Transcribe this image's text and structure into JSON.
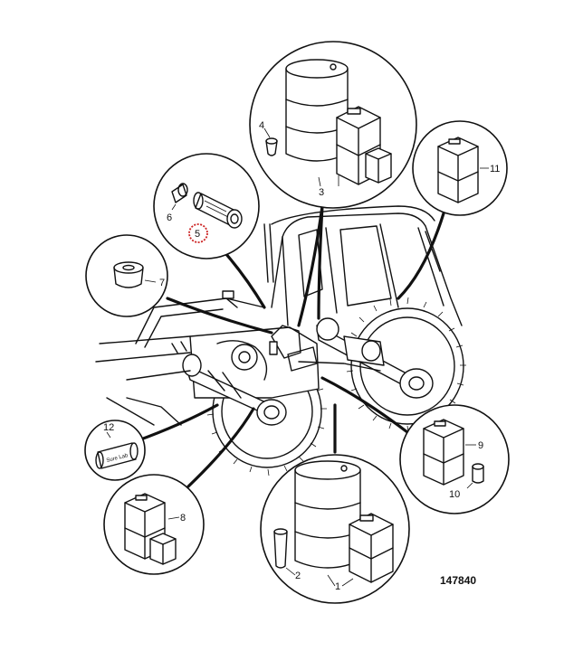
{
  "diagram": {
    "reference_number": "147840",
    "highlight_color": "#cc2222",
    "callouts": [
      {
        "id": "1",
        "label": "1",
        "part": "drum-and-can"
      },
      {
        "id": "2",
        "label": "2",
        "part": "grease-cartridge"
      },
      {
        "id": "3",
        "label": "3",
        "part": "drum-and-cans"
      },
      {
        "id": "4",
        "label": "4",
        "part": "small-cup"
      },
      {
        "id": "5",
        "label": "5",
        "part": "filter-element",
        "highlighted": true
      },
      {
        "id": "6",
        "label": "6",
        "part": "small-filter"
      },
      {
        "id": "7",
        "label": "7",
        "part": "filter-cup"
      },
      {
        "id": "8",
        "label": "8",
        "part": "cans"
      },
      {
        "id": "9",
        "label": "9",
        "part": "can"
      },
      {
        "id": "10",
        "label": "10",
        "part": "cup"
      },
      {
        "id": "11",
        "label": "11",
        "part": "can"
      },
      {
        "id": "12",
        "label": "12",
        "part": "filter-cartridge"
      }
    ],
    "cartridge_text": "Sure Lab"
  }
}
